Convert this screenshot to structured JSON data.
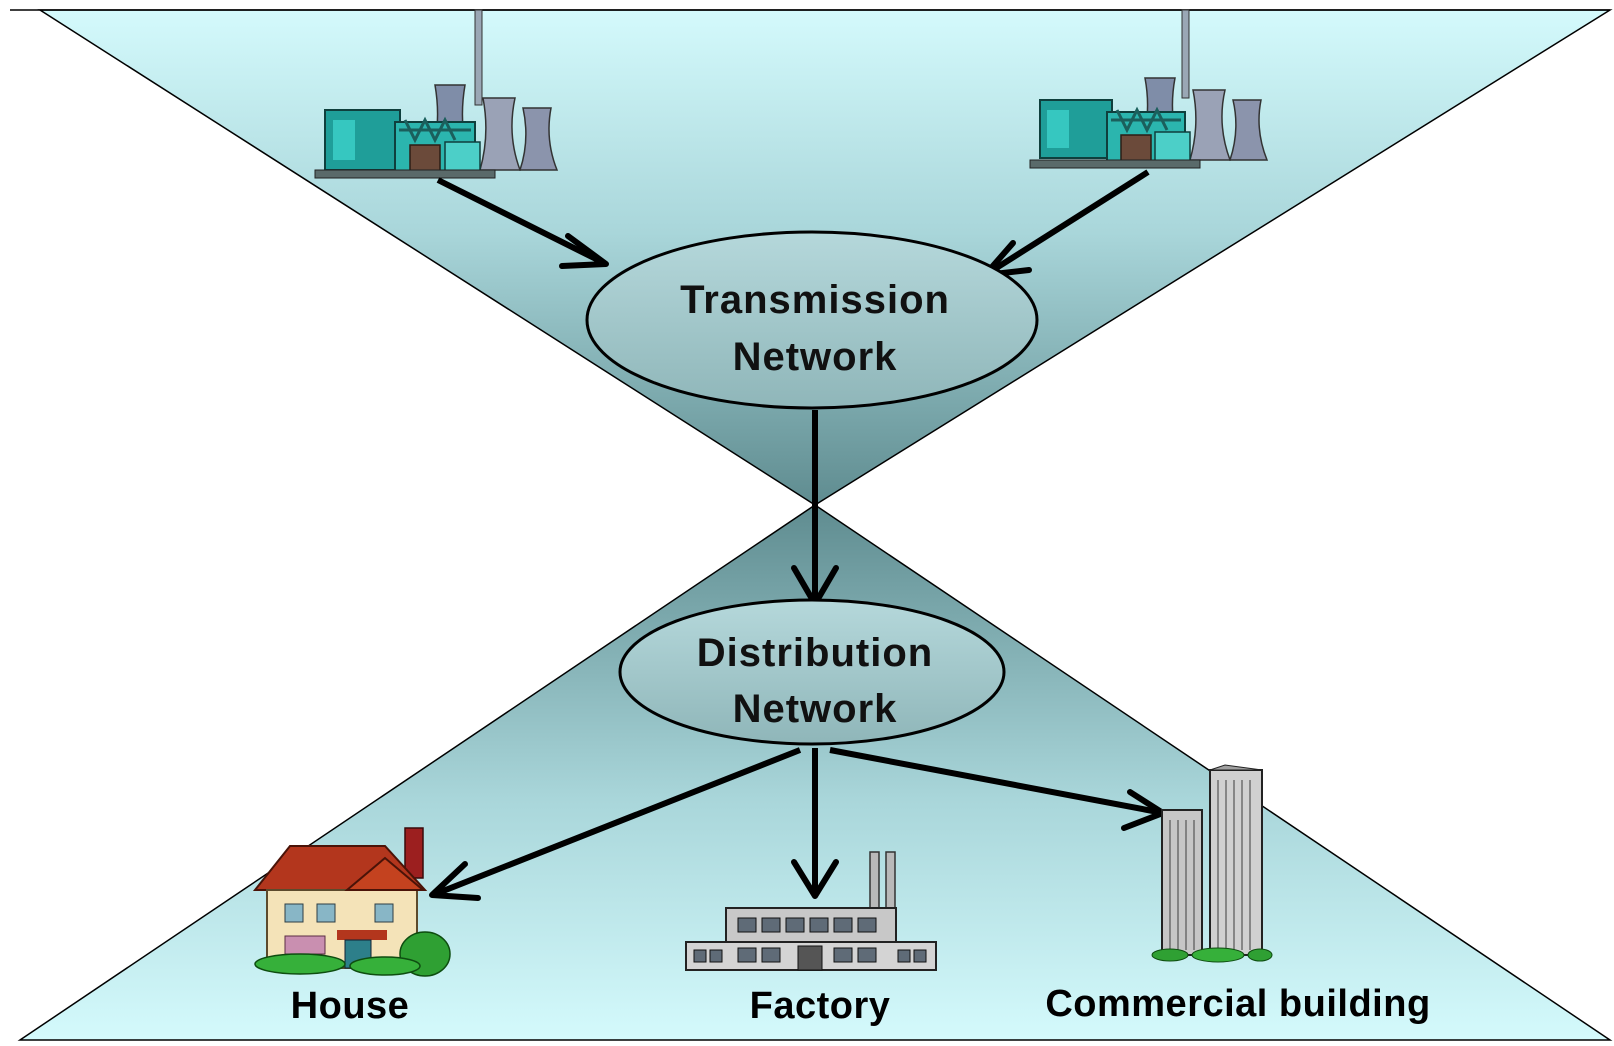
{
  "nodes": {
    "transmission": {
      "line1": "Transmission",
      "line2": "Network"
    },
    "distribution": {
      "line1": "Distribution",
      "line2": "Network"
    }
  },
  "consumers": {
    "house": "House",
    "factory": "Factory",
    "commercial": "Commercial building"
  },
  "icons": {
    "generator_left": "power-plant-icon",
    "generator_right": "power-plant-icon",
    "house": "house-icon",
    "factory": "factory-icon",
    "commercial": "office-towers-icon"
  },
  "colors": {
    "light_cyan": "#d4fafc",
    "mid_teal": "#a8d4d8",
    "dark_teal": "#5f8c90",
    "ellipse_fill": "#9ec3c6"
  }
}
